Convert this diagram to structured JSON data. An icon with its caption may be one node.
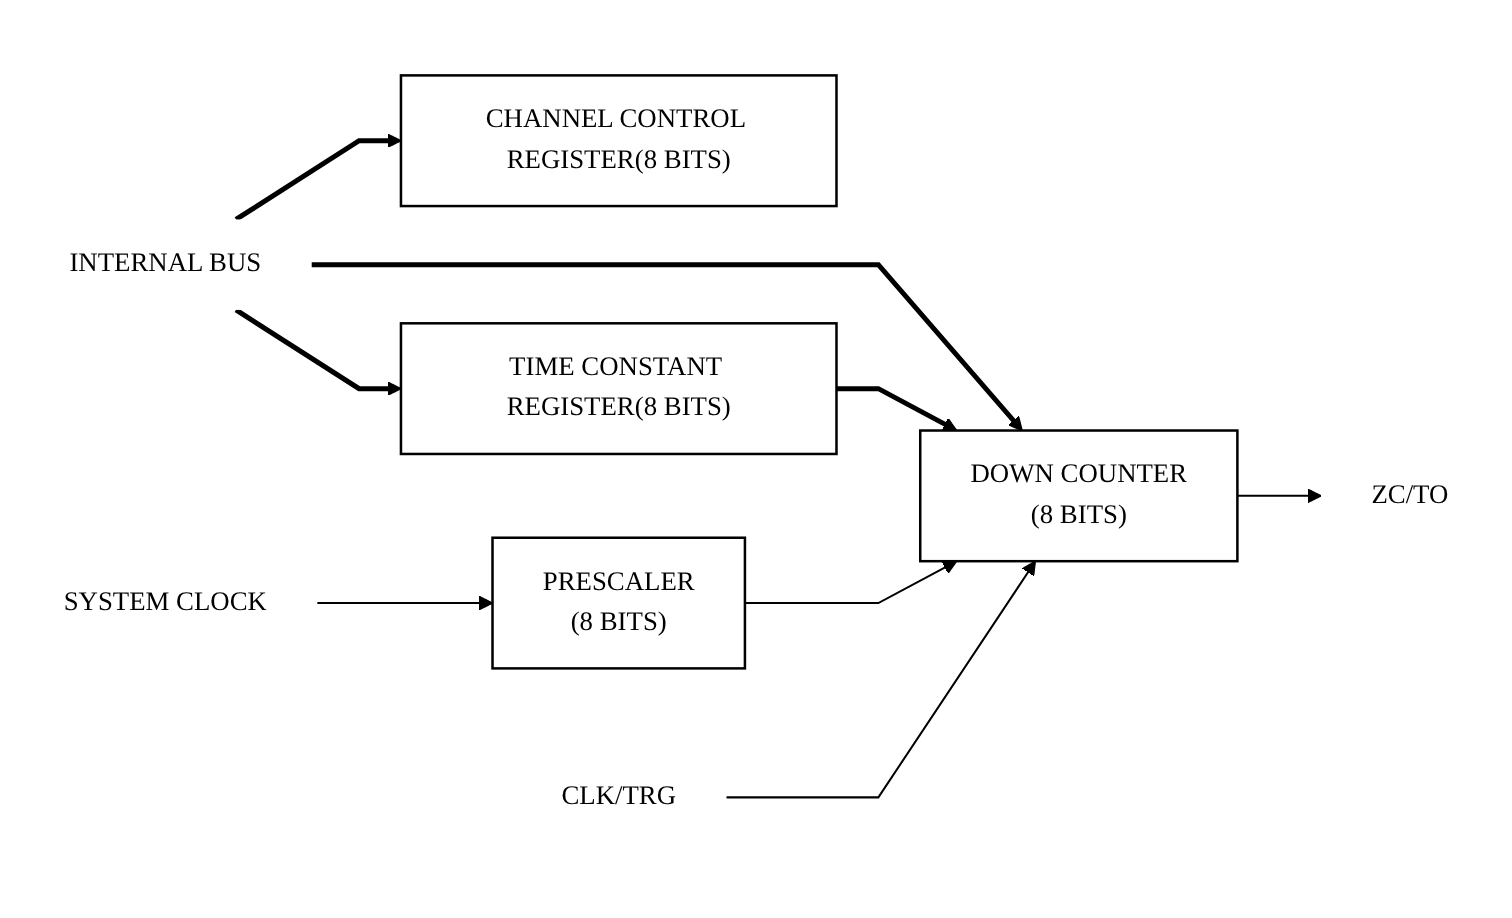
{
  "diagram": {
    "nodes": [
      {
        "text": [
          "CHANNEL CONTROL REGISTER(8 BITS)"
        ]
      },
      {
        "text": [
          "TIME CONSTANT REGISTER(8 BITS)"
        ]
      },
      {
        "text": [
          "INTERNAL BUS"
        ]
      },
      {
        "text": [
          "SYSTEM CLOCK"
        ]
      },
      {
        "text": [
          "PRESCALER",
          "(8 BITS)"
        ]
      },
      {
        "text": [
          "DOWN COUNTER",
          "(8 BITS)"
        ]
      },
      {
        "text": [
          "ZC/TO"
        ]
      },
      {
        "text": [
          "CLK/TRG"
        ]
      }
    ],
    "edges": [
      {
        "from": 2,
        "to": 0,
        "arrow": "to",
        "style": "thick"
      },
      {
        "from": 2,
        "to": 1,
        "arrow": "to",
        "style": "thick"
      },
      {
        "from": 2,
        "to": 5,
        "arrow": "to",
        "style": "thick"
      },
      {
        "from": 1,
        "to": 5,
        "arrow": "to",
        "style": "thick"
      },
      {
        "from": 3,
        "to": 4,
        "arrow": "to"
      },
      {
        "from": 4,
        "to": 5,
        "arrow": "to"
      },
      {
        "from": 5,
        "to": 6,
        "arrow": "to"
      },
      {
        "from": 7,
        "to": 5,
        "arrow": "to"
      }
    ]
  }
}
